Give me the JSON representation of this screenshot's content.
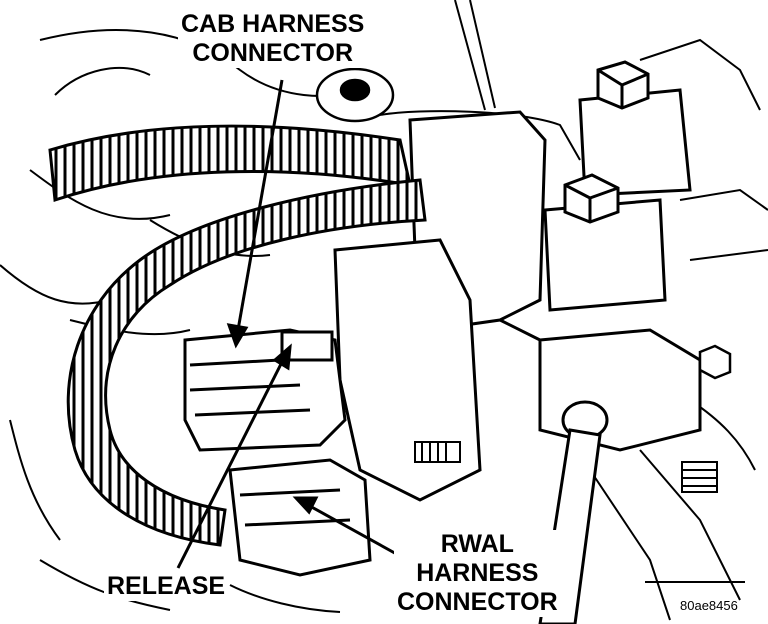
{
  "labels": {
    "cab_harness_line1": "CAB HARNESS",
    "cab_harness_line2": "CONNECTOR",
    "release": "RELEASE",
    "rwal_line1": "RWAL",
    "rwal_line2": "HARNESS",
    "rwal_line3": "CONNECTOR"
  },
  "figure_id": "80ae8456"
}
